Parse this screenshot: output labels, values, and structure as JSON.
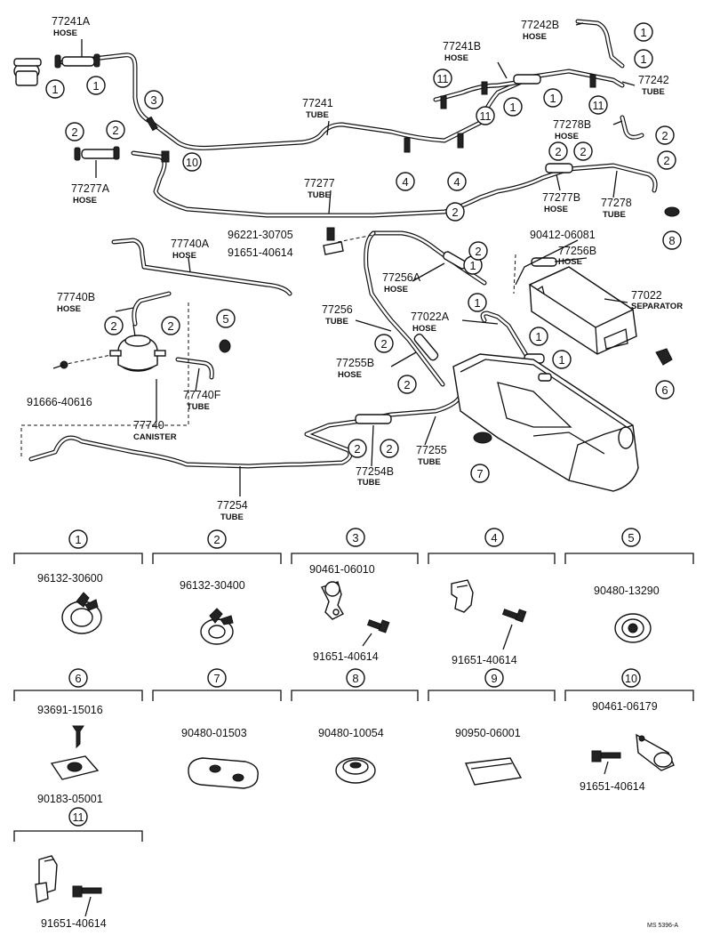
{
  "main_diagram": {
    "callouts": [
      {
        "part": "77241A",
        "name": "HOSE"
      },
      {
        "part": "77241",
        "name": "TUBE"
      },
      {
        "part": "77277A",
        "name": "HOSE"
      },
      {
        "part": "77241B",
        "name": "HOSE"
      },
      {
        "part": "77242B",
        "name": "HOSE"
      },
      {
        "part": "77242",
        "name": "TUBE"
      },
      {
        "part": "77278B",
        "name": "HOSE"
      },
      {
        "part": "77277",
        "name": "TUBE"
      },
      {
        "part": "77277B",
        "name": "HOSE"
      },
      {
        "part": "77278",
        "name": "TUBE"
      },
      {
        "part": "77740A",
        "name": "HOSE"
      },
      {
        "part": "96221-30705",
        "name": ""
      },
      {
        "part": "91651-40614",
        "name": ""
      },
      {
        "part": "90412-06081",
        "name": ""
      },
      {
        "part": "77256B",
        "name": "HOSE"
      },
      {
        "part": "77740B",
        "name": "HOSE"
      },
      {
        "part": "77256A",
        "name": "HOSE"
      },
      {
        "part": "77022",
        "name": "SEPARATOR"
      },
      {
        "part": "77256",
        "name": "TUBE"
      },
      {
        "part": "77022A",
        "name": "HOSE"
      },
      {
        "part": "77255B",
        "name": "HOSE"
      },
      {
        "part": "91666-40616",
        "name": ""
      },
      {
        "part": "77740F",
        "name": "TUBE"
      },
      {
        "part": "77740",
        "name": "CANISTER"
      },
      {
        "part": "77255",
        "name": "TUBE"
      },
      {
        "part": "77254B",
        "name": "TUBE"
      },
      {
        "part": "77254",
        "name": "TUBE"
      }
    ],
    "markers": [
      "1",
      "1",
      "1",
      "1",
      "1",
      "1",
      "1",
      "1",
      "1",
      "1",
      "2",
      "2",
      "2",
      "2",
      "2",
      "2",
      "2",
      "2",
      "2",
      "2",
      "2",
      "2",
      "2",
      "2",
      "3",
      "4",
      "4",
      "5",
      "6",
      "7",
      "8",
      "10",
      "11",
      "11",
      "11"
    ]
  },
  "legend": [
    {
      "key": "1",
      "parts": [
        "96132-30600"
      ]
    },
    {
      "key": "2",
      "parts": [
        "96132-30400"
      ]
    },
    {
      "key": "3",
      "parts": [
        "90461-06010",
        "91651-40614"
      ]
    },
    {
      "key": "4",
      "parts": [
        "91651-40614"
      ]
    },
    {
      "key": "5",
      "parts": [
        "90480-13290"
      ]
    },
    {
      "key": "6",
      "parts": [
        "93691-15016",
        "90183-05001"
      ]
    },
    {
      "key": "7",
      "parts": [
        "90480-01503"
      ]
    },
    {
      "key": "8",
      "parts": [
        "90480-10054"
      ]
    },
    {
      "key": "9",
      "parts": [
        "90950-06001"
      ]
    },
    {
      "key": "10",
      "parts": [
        "90461-06179",
        "91651-40614"
      ]
    },
    {
      "key": "11",
      "parts": [
        "91651-40614"
      ]
    }
  ],
  "footer": {
    "code": "MS 5396-A"
  }
}
